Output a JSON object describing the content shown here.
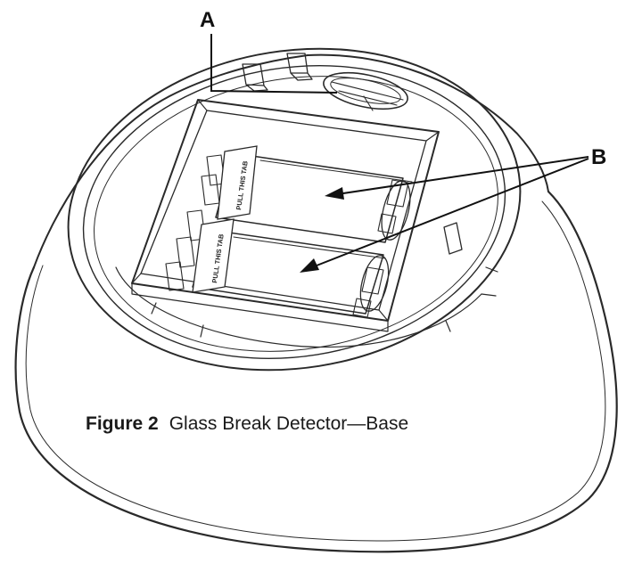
{
  "callouts": {
    "a": "A",
    "b": "B"
  },
  "tabs": [
    {
      "text": "PULL THIS TAB"
    },
    {
      "text": "PULL THIS TAB"
    }
  ],
  "caption": {
    "number": "Figure 2",
    "title": "Glass Break Detector—Base"
  },
  "colors": {
    "line": "#2a2a2a",
    "background": "#ffffff"
  }
}
